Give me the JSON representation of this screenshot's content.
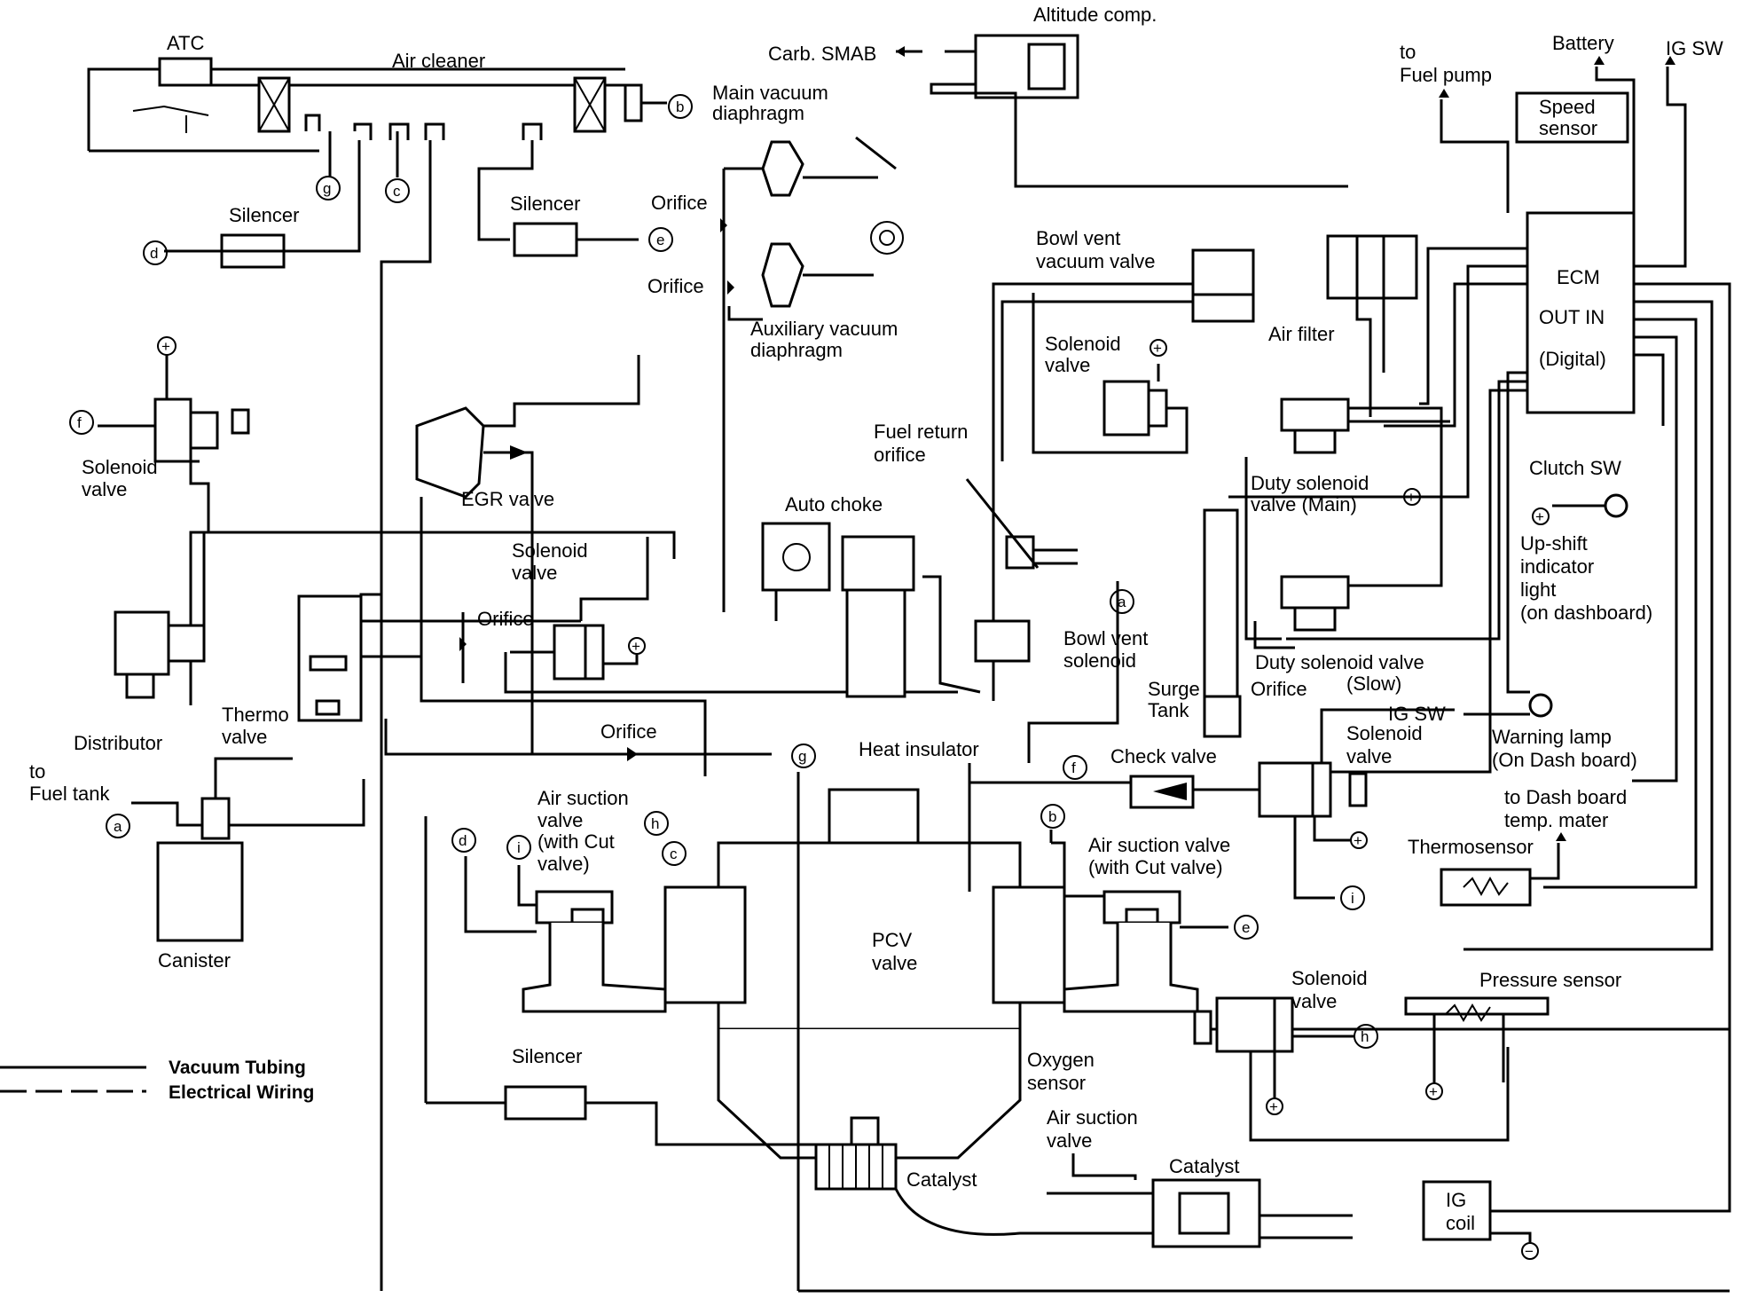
{
  "labels": {
    "atc": "ATC",
    "air_cleaner": "Air cleaner",
    "altitude_comp": "Altitude comp.",
    "carb_smab": "Carb. SMAB",
    "main_vacuum_diaphragm": [
      "Main vacuum",
      "diaphragm"
    ],
    "to_fuel_pump": [
      "to",
      "Fuel pump"
    ],
    "battery": "Battery",
    "ig_sw": "IG SW",
    "speed_sensor": [
      "Speed",
      "sensor"
    ],
    "silencer": "Silencer",
    "orifice": "Orifice",
    "bowl_vent_vacuum_valve": [
      "Bowl vent",
      "vacuum valve"
    ],
    "ecm": [
      "ECM",
      "OUT IN",
      "(Digital)"
    ],
    "auxiliary_vacuum_diaphragm": [
      "Auxiliary vacuum",
      "diaphragm"
    ],
    "solenoid_valve": [
      "Solenoid",
      "valve"
    ],
    "air_filter": "Air filter",
    "clutch_sw": "Clutch SW",
    "fuel_return_orifice": [
      "Fuel return",
      "orifice"
    ],
    "duty_solenoid_valve_main": [
      "Duty solenoid",
      "valve (Main)"
    ],
    "egr_valve": "EGR valve",
    "auto_choke": "Auto choke",
    "up_shift_indicator": [
      "Up-shift",
      "indicator",
      "light",
      "(on dashboard)"
    ],
    "bowl_vent_solenoid": [
      "Bowl vent",
      "solenoid"
    ],
    "distributor": "Distributor",
    "thermo_valve": [
      "Thermo",
      "valve"
    ],
    "surge_tank": [
      "Surge",
      "Tank"
    ],
    "duty_solenoid_valve_slow": [
      "Duty solenoid valve",
      "(Slow)"
    ],
    "warning_lamp": [
      "Warning lamp",
      "(On Dash board)"
    ],
    "to_fuel_tank": [
      "to",
      "Fuel tank"
    ],
    "heat_insulator": "Heat insulator",
    "check_valve": "Check valve",
    "air_suction_valve_with_cut": [
      "Air suction",
      "valve",
      "(with Cut",
      "valve)"
    ],
    "air_suction_valve_with_cut_right": [
      "Air suction valve",
      "(with Cut valve)"
    ],
    "to_dash_board": [
      "to Dash board",
      "temp. mater"
    ],
    "thermosensor": "Thermosensor",
    "canister": "Canister",
    "pcv_valve": [
      "PCV",
      "valve"
    ],
    "pressure_sensor": "Pressure sensor",
    "oxygen_sensor": [
      "Oxygen",
      "sensor"
    ],
    "air_suction_valve": [
      "Air suction",
      "valve"
    ],
    "catalyst": "Catalyst",
    "ig_coil": [
      "IG",
      "coil"
    ]
  },
  "legend": {
    "vacuum": "Vacuum Tubing",
    "electrical": "Electrical Wiring"
  },
  "connectors": [
    "a",
    "b",
    "c",
    "d",
    "e",
    "f",
    "g",
    "h",
    "i"
  ],
  "symbols": {
    "plus": "+",
    "minus": "−"
  }
}
